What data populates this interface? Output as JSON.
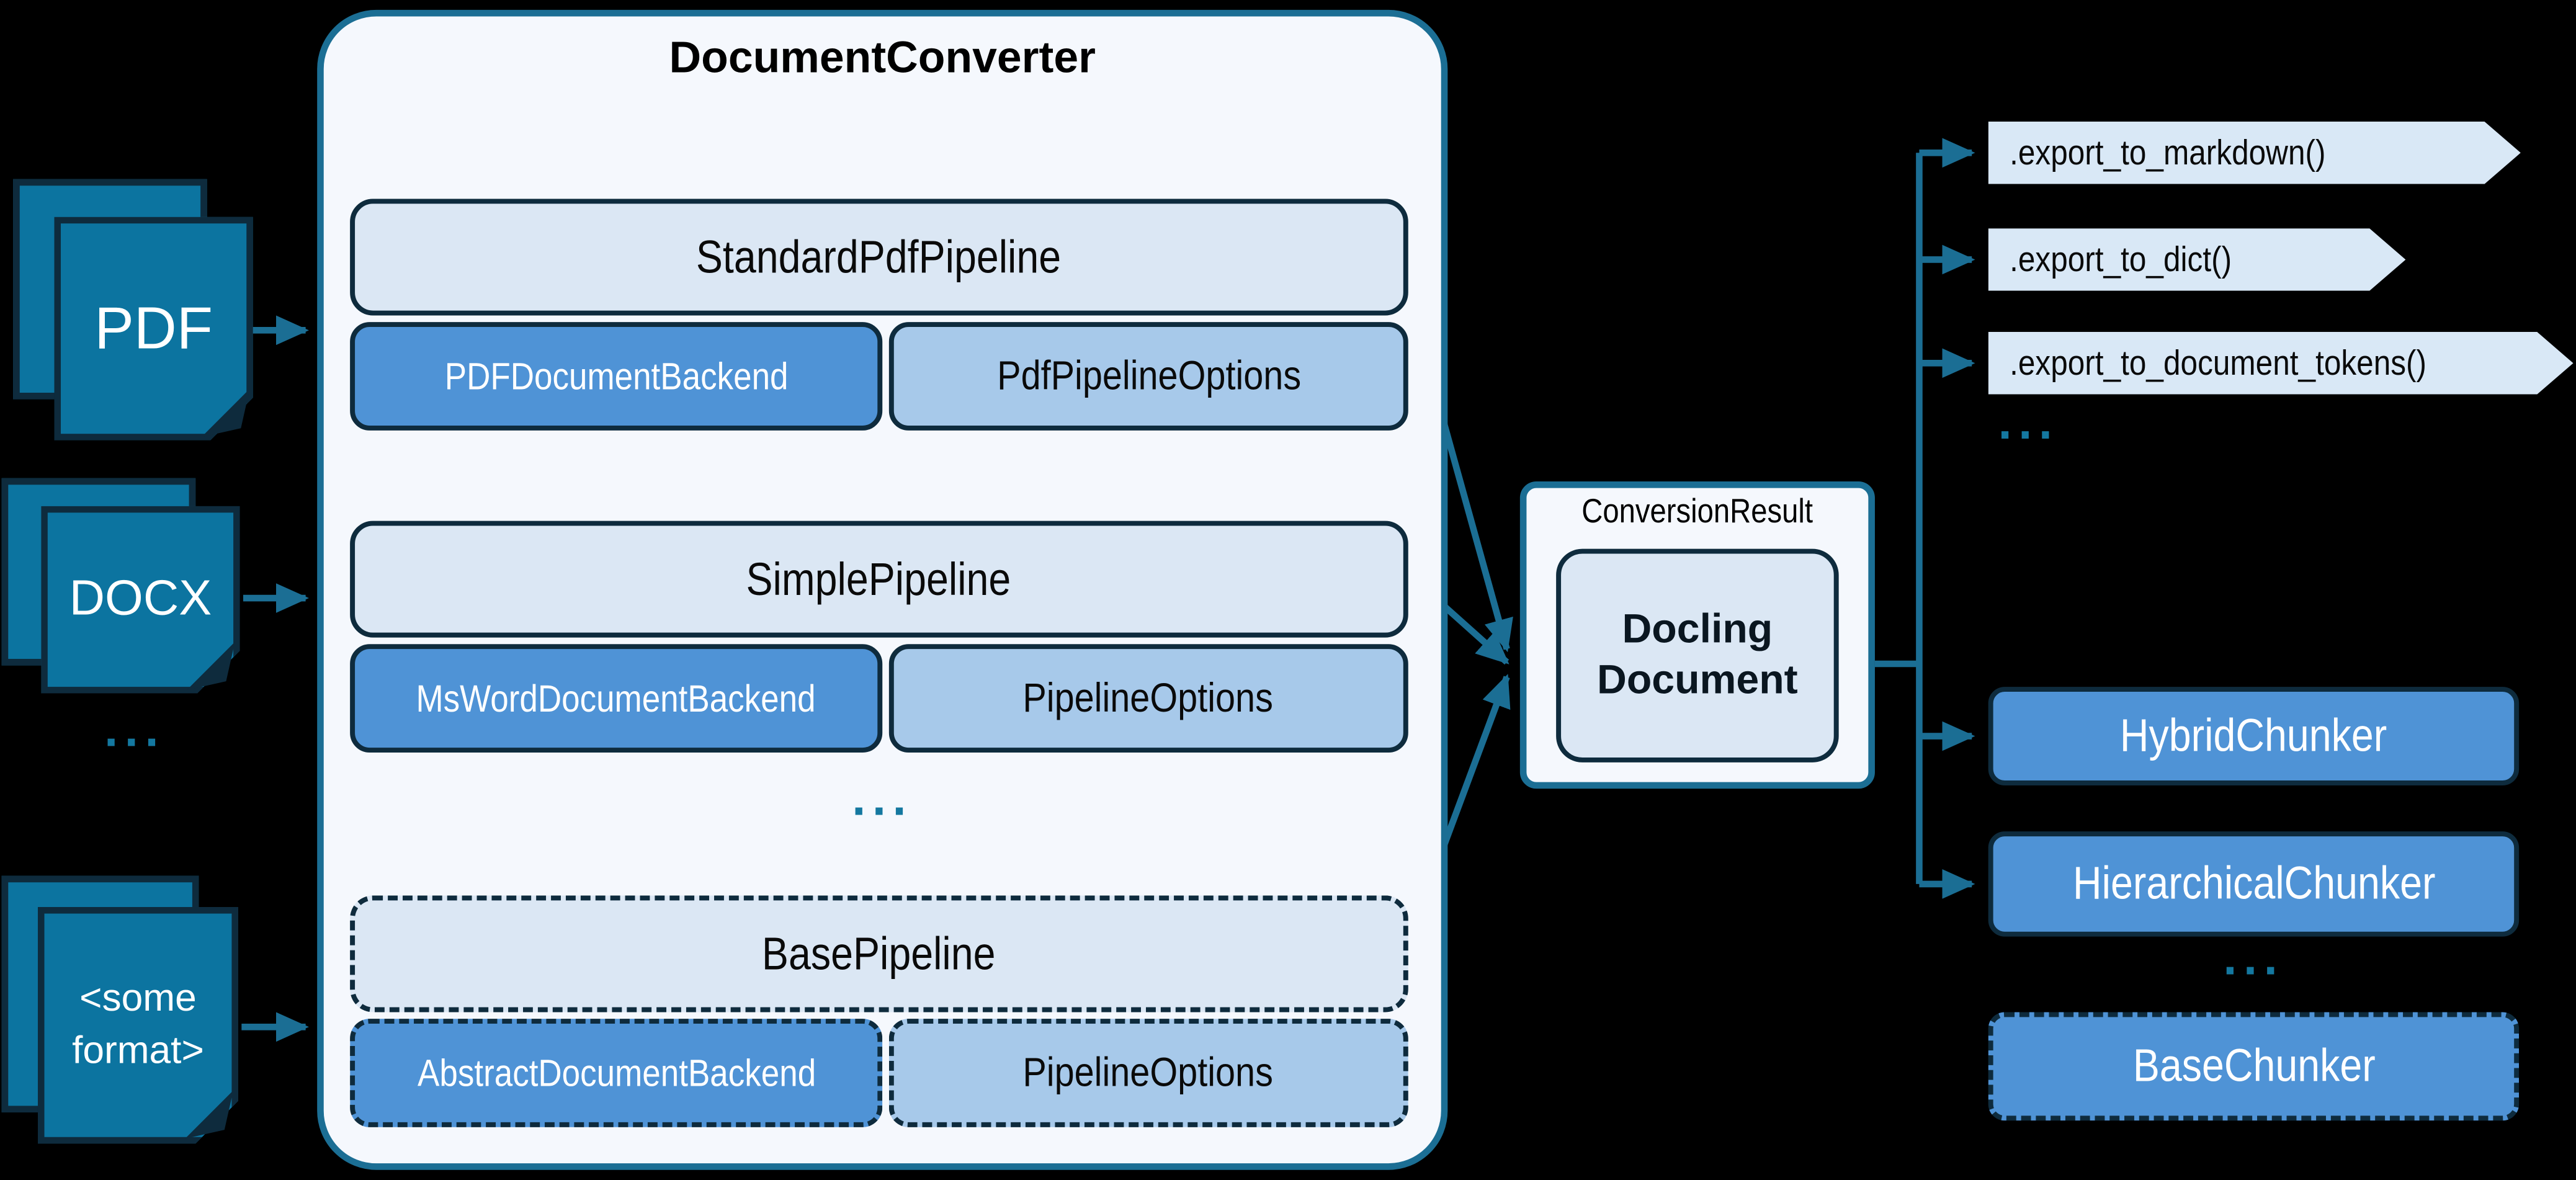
{
  "colors": {
    "background": "#000000",
    "accent_teal": "#1b6e94",
    "outline_navy": "#0e2b3d",
    "source_icon_fill": "#0c74a0",
    "container_fill": "#f5f8fd",
    "pipeline_fill": "#dbe7f4",
    "backend_fill": "#4f93d6",
    "options_fill": "#a7c9ea",
    "export_tag_fill": "#d9e8f6",
    "ellipsis_dot": "#1478a0"
  },
  "sources": {
    "pdf": {
      "label": "PDF"
    },
    "docx": {
      "label": "DOCX"
    },
    "ellipsis": "...",
    "other": {
      "label": "<some format>"
    }
  },
  "converter": {
    "title": "DocumentConverter",
    "rows": [
      {
        "pipeline": "StandardPdfPipeline",
        "backend": "PDFDocumentBackend",
        "options": "PdfPipelineOptions"
      },
      {
        "pipeline": "SimplePipeline",
        "backend": "MsWordDocumentBackend",
        "options": "PipelineOptions"
      },
      {
        "pipeline": "BasePipeline",
        "backend": "AbstractDocumentBackend",
        "options": "PipelineOptions"
      }
    ],
    "ellipsis": "..."
  },
  "result": {
    "label": "ConversionResult",
    "document": "Docling Document"
  },
  "exports": {
    "items": [
      ".export_to_markdown()",
      ".export_to_dict()",
      ".export_to_document_tokens()"
    ],
    "ellipsis": "..."
  },
  "chunkers": {
    "items": [
      "HybridChunker",
      "HierarchicalChunker"
    ],
    "ellipsis": "...",
    "base": "BaseChunker"
  }
}
